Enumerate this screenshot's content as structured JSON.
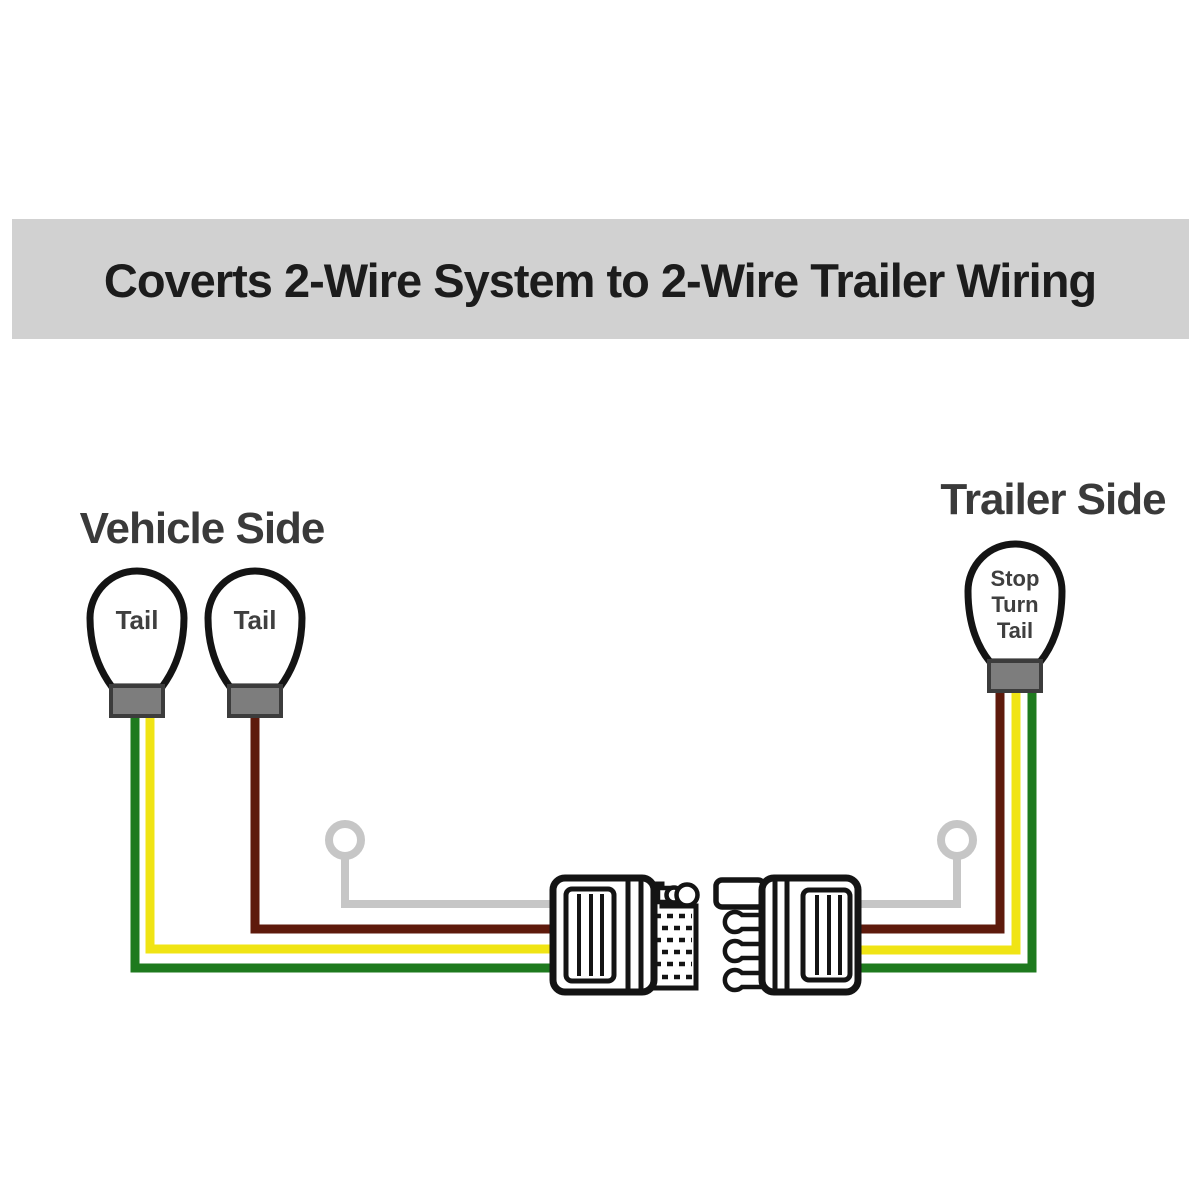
{
  "banner": {
    "title": "Coverts 2-Wire System to 2-Wire Trailer Wiring"
  },
  "sections": {
    "vehicle_label": "Vehicle Side",
    "trailer_label": "Trailer Side"
  },
  "bulbs": {
    "vehicle_bulb_1_label": "Tail",
    "vehicle_bulb_2_label": "Tail",
    "trailer_bulb_line1": "Stop",
    "trailer_bulb_line2": "Turn",
    "trailer_bulb_line3": "Tail"
  },
  "colors": {
    "banner_bg": "#d1d1d1",
    "title_text": "#1c1c1c",
    "section_label_text": "#3a3a3a",
    "bulb_label_text": "#3f3f3f",
    "outline_black": "#141414",
    "bulb_base_gray": "#7d7d7d",
    "bulb_base_border": "#3c3c3c",
    "wire_green": "#1e7a1e",
    "wire_yellow": "#f0e414",
    "wire_brown": "#5e1a0c",
    "wire_ground_gray": "#c6c6c6"
  }
}
